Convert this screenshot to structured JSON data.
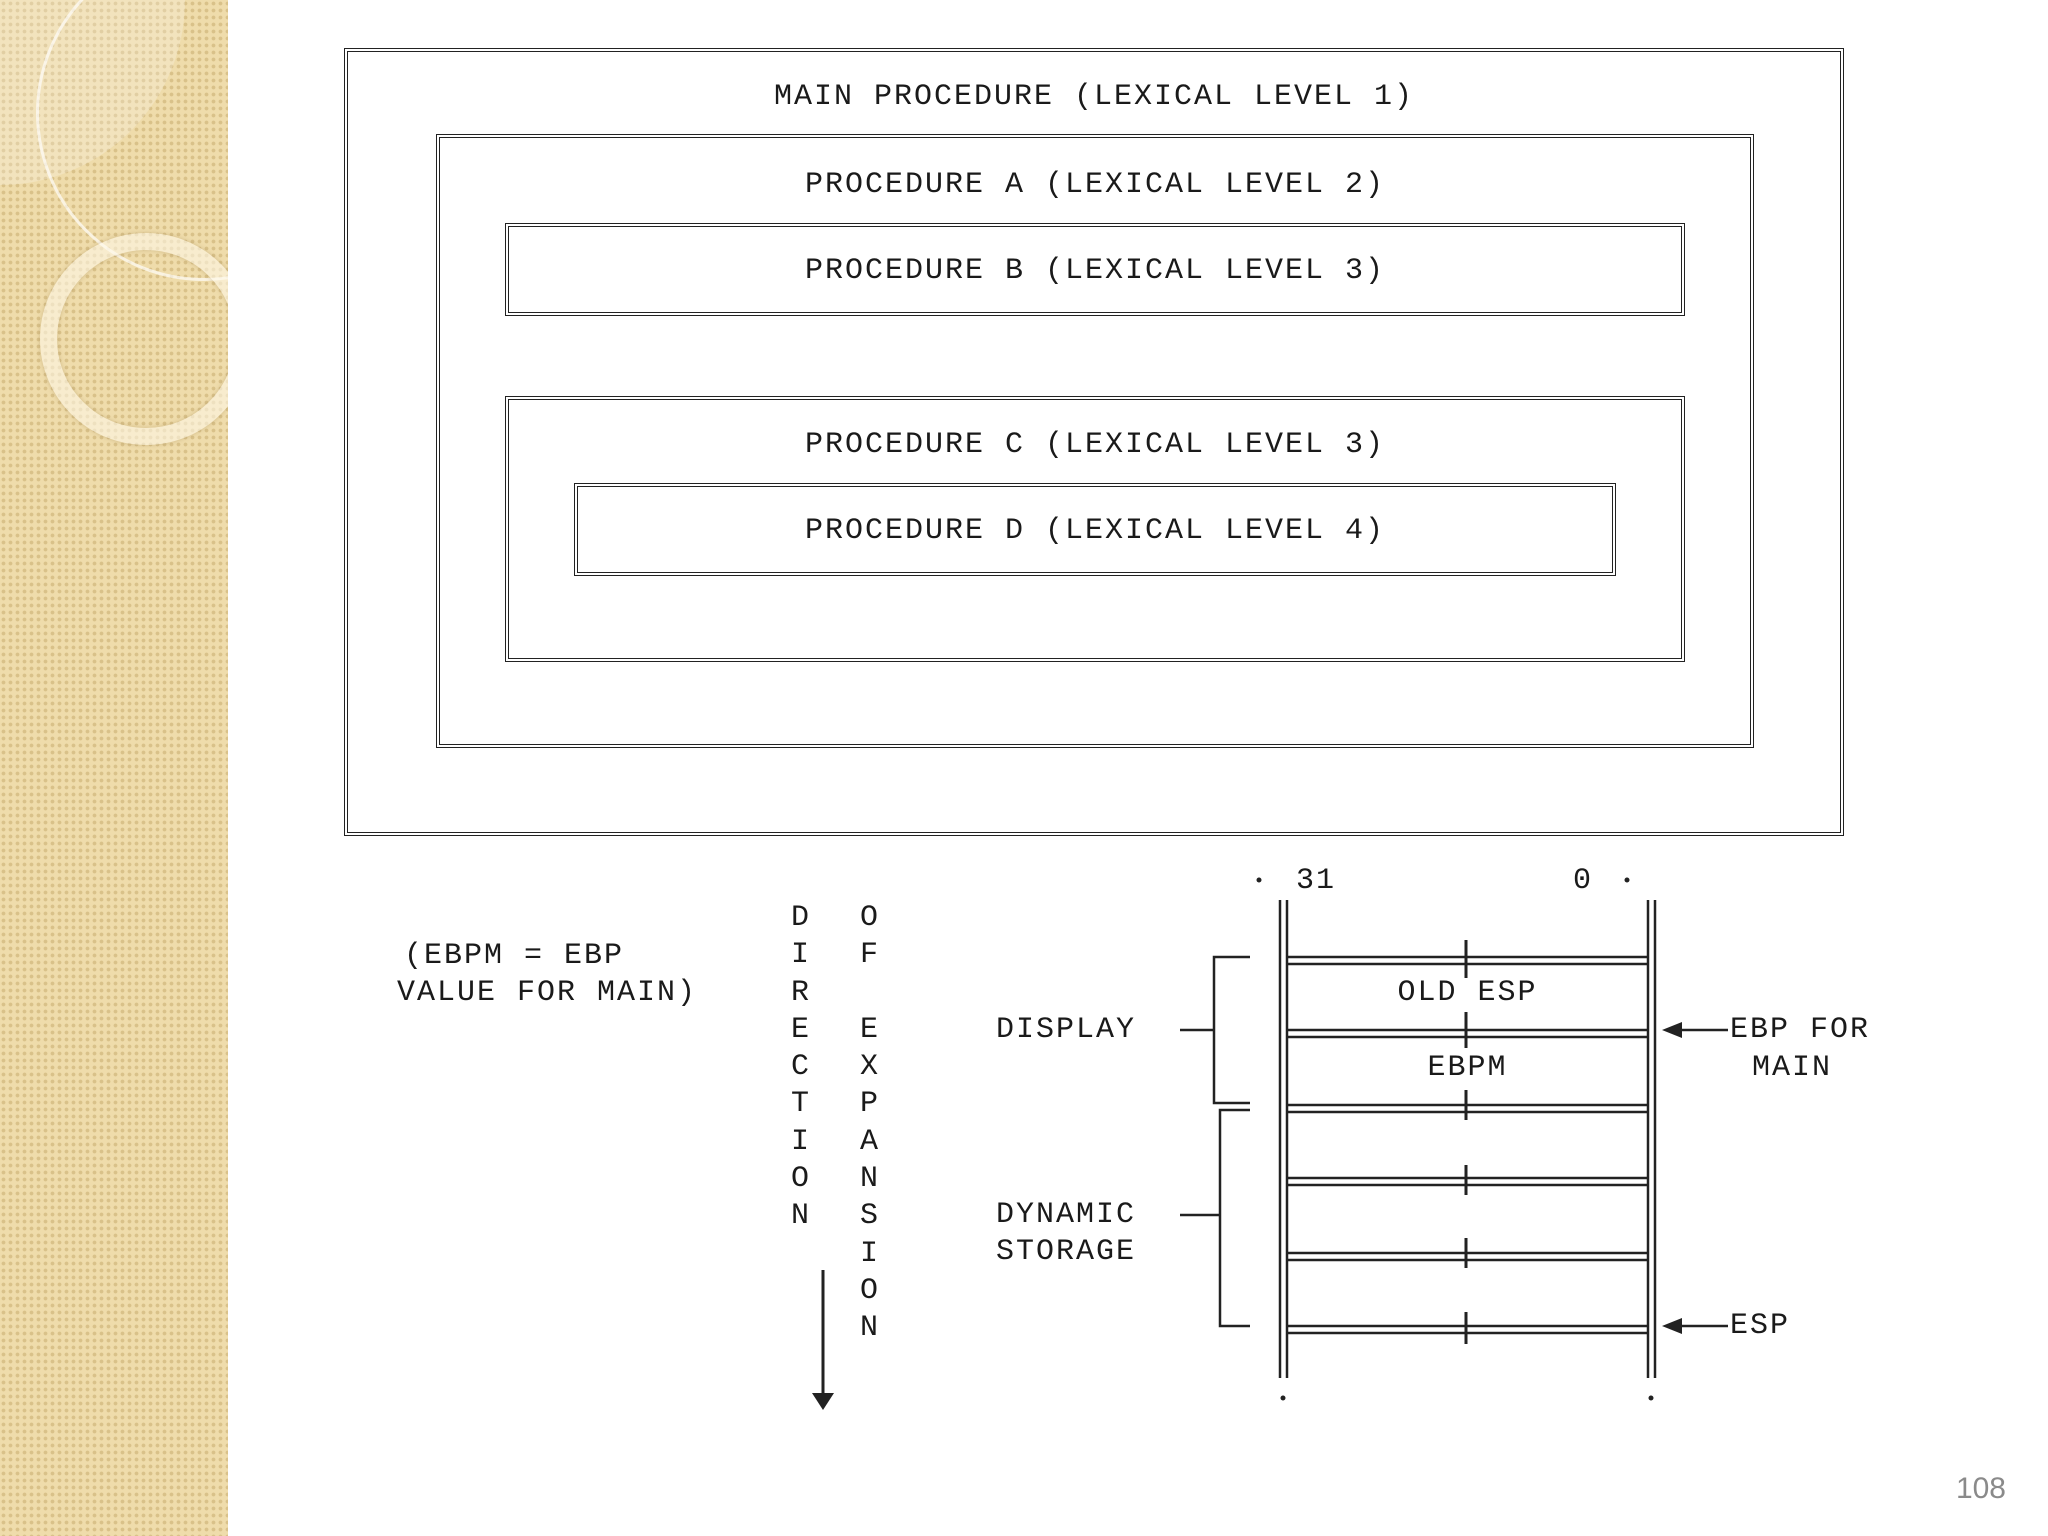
{
  "nesting": {
    "main": "MAIN PROCEDURE (LEXICAL LEVEL 1)",
    "proc_a": "PROCEDURE A (LEXICAL LEVEL 2)",
    "proc_b": "PROCEDURE B (LEXICAL LEVEL 3)",
    "proc_c": "PROCEDURE C (LEXICAL LEVEL 3)",
    "proc_d": "PROCEDURE D (LEXICAL LEVEL 4)"
  },
  "note": {
    "line1": "(EBPM = EBP",
    "line2": "VALUE FOR MAIN)"
  },
  "direction": {
    "word1": [
      "D",
      "I",
      "R",
      "E",
      "C",
      "T",
      "I",
      "O",
      "N"
    ],
    "word2": [
      "O",
      "F",
      "",
      "E",
      "X",
      "P",
      "A",
      "N",
      "S",
      "I",
      "O",
      "N"
    ]
  },
  "stack": {
    "bit_high": "31",
    "bit_low": "0",
    "cells": [
      "OLD ESP",
      "EBPM",
      "",
      "",
      "",
      ""
    ],
    "display_label": "DISPLAY",
    "dynamic_label_1": "DYNAMIC",
    "dynamic_label_2": "STORAGE",
    "ebp_label_1": "EBP FOR",
    "ebp_label_2": "MAIN",
    "esp_label": "ESP"
  },
  "page_number": "108"
}
